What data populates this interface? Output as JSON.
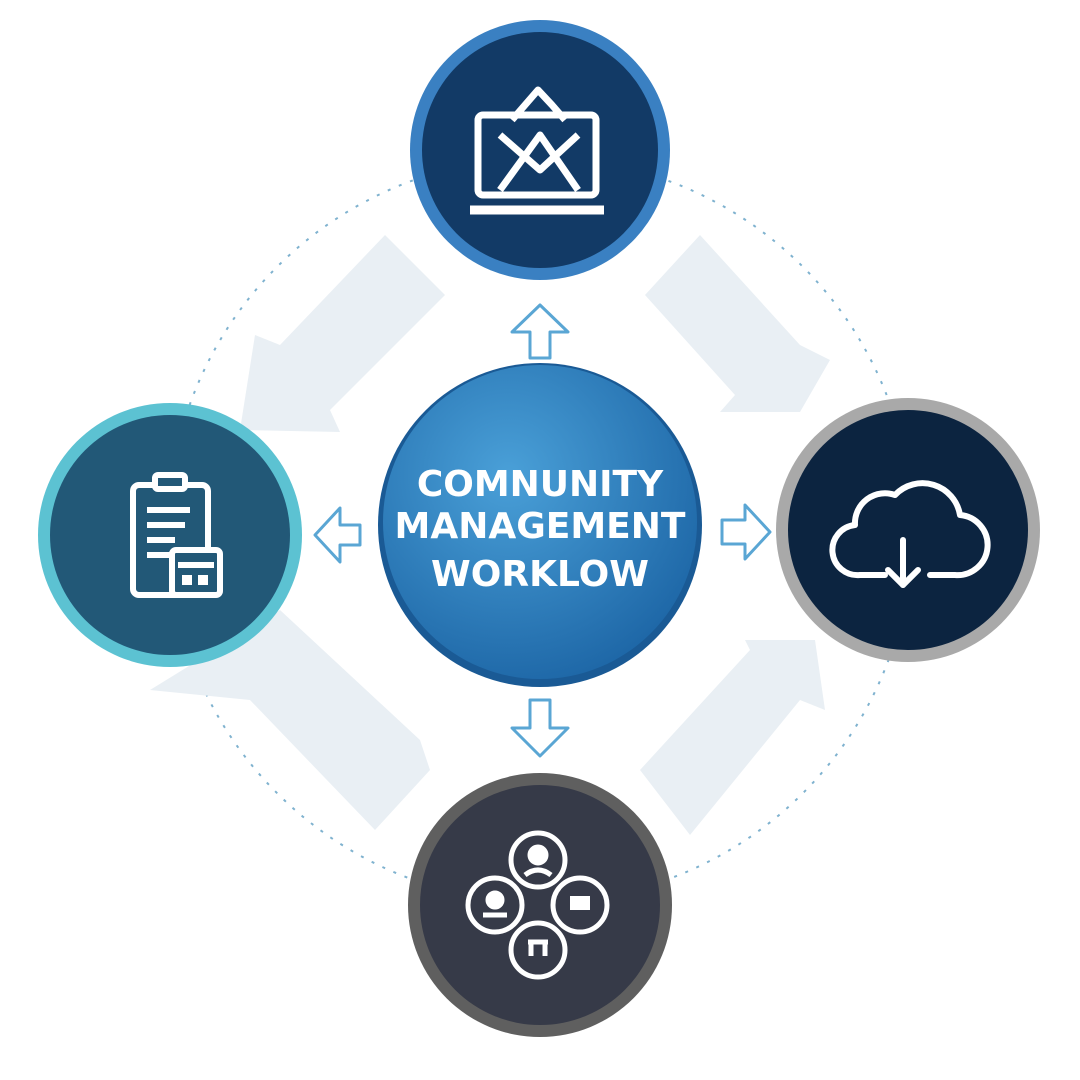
{
  "title": {
    "line1": "COMNUNITY",
    "line2": "MANAGEMENT",
    "line3": "WORKLOW"
  },
  "nodes": [
    {
      "name": "top",
      "icon": "laptop-mail-icon",
      "ring": "#3a80c2",
      "fill": "#123a66"
    },
    {
      "name": "left",
      "icon": "clipboard-calculator-icon",
      "ring": "#5cc2d2",
      "fill": "#225877"
    },
    {
      "name": "right",
      "icon": "cloud-download-icon",
      "ring": "#a9a9a9",
      "fill": "#0c2440"
    },
    {
      "name": "bottom",
      "icon": "community-members-icon",
      "ring": "#5f5f5f",
      "fill": "#363a48"
    }
  ],
  "colors": {
    "center_light": "#3f95cf",
    "center_dark": "#1d66a6",
    "arrow": "#5aa6d4",
    "big_arrow": "#e8eef3"
  }
}
